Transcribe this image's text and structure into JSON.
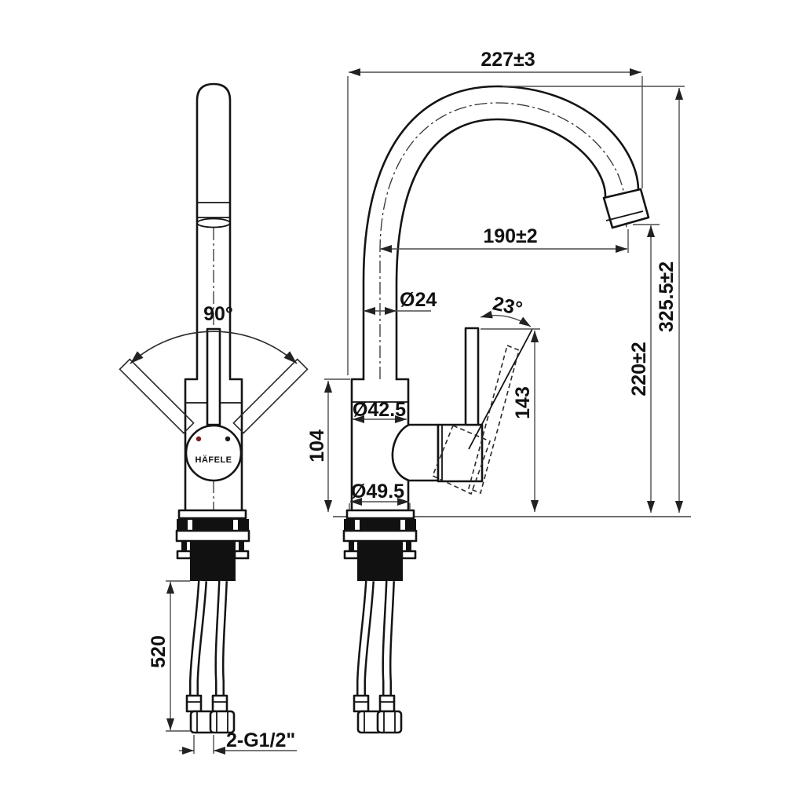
{
  "drawing": {
    "brand": "HÄFELE",
    "front_view": {
      "swivel_angle": "90°",
      "hose_length": "520",
      "connection_thread": "2-G1/2\""
    },
    "side_view": {
      "overall_width": "227±3",
      "spout_reach": "190±2",
      "overall_height": "325.5±2",
      "spout_outlet_height": "220±2",
      "spout_tube_diameter": "Ø24",
      "handle_angle": "23°",
      "body_diameter": "Ø42.5",
      "body_height": "104",
      "base_diameter": "Ø49.5",
      "handle_tip_height": "143"
    },
    "colors": {
      "hot_dot": "#7a1d1d",
      "cold_dot": "#1a1a1a"
    }
  }
}
